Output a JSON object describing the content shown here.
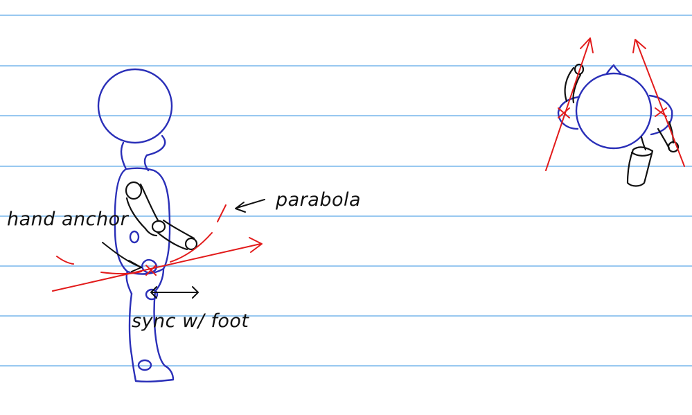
{
  "colors": {
    "ruled_line": "#5aa8e6",
    "figure_ink": "#2a2fb8",
    "annotation_ink": "#111111",
    "guide_ink": "#e21b1b",
    "background": "#ffffff"
  },
  "labels": {
    "hand_anchor": "hand anchor",
    "parabola": "parabola",
    "sync": "sync w/ foot"
  }
}
